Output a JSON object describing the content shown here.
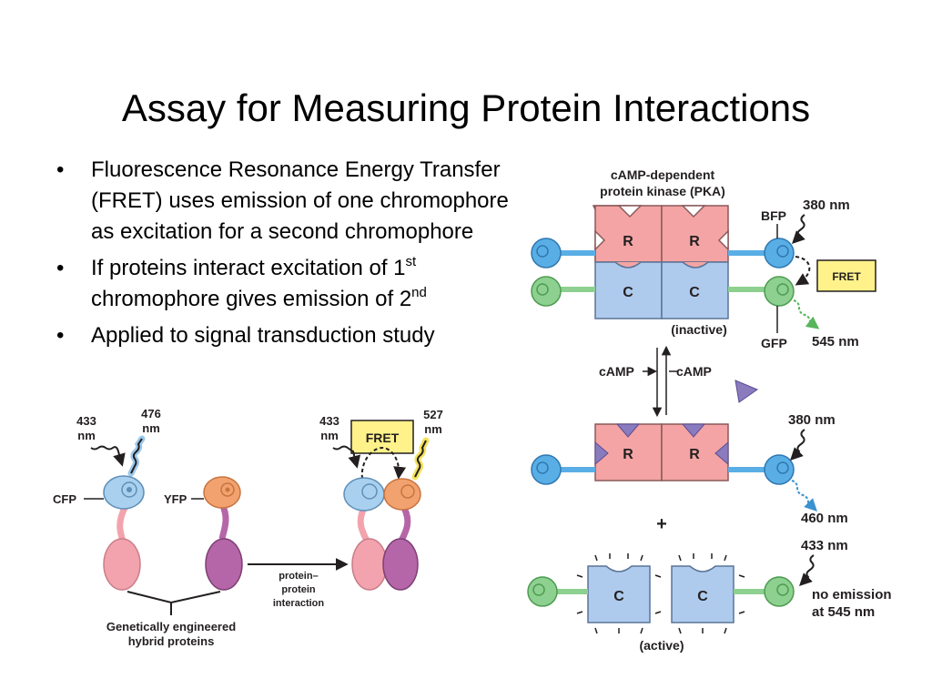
{
  "slide": {
    "title": "Assay for Measuring Protein Interactions",
    "bullets": [
      {
        "text": "Fluorescence Resonance Energy Transfer (FRET) uses emission of one chromophore as excitation for a second chromophore"
      },
      {
        "pre": "If proteins interact excitation of 1",
        "sup1": "st",
        "mid": " chromophore gives emission of 2",
        "sup2": "nd"
      },
      {
        "text": "Applied to signal transduction study"
      }
    ]
  },
  "left_diagram": {
    "wavelength_433": [
      "433",
      "nm"
    ],
    "wavelength_476": [
      "476",
      "nm"
    ],
    "cfp": "CFP",
    "yfp": "YFP",
    "wavelength_433_b": [
      "433",
      "nm"
    ],
    "fret": "FRET",
    "wavelength_527": [
      "527",
      "nm"
    ],
    "arrow_label": [
      "protein–",
      "protein",
      "interaction"
    ],
    "caption": [
      "Genetically engineered",
      "hybrid proteins"
    ]
  },
  "right_diagram": {
    "pka_label": [
      "cAMP-dependent",
      "protein kinase (PKA)"
    ],
    "r": "R",
    "c": "C",
    "bfp": "BFP",
    "gfp": "GFP",
    "nm380": "380 nm",
    "nm545": "545 nm",
    "fret": "FRET",
    "inactive": "(inactive)",
    "camp": "cAMP",
    "nm460": "460 nm",
    "plus": "+",
    "nm433": "433 nm",
    "no_emission": [
      "no emission",
      "at 545 nm"
    ],
    "active": "(active)"
  },
  "colors": {
    "cfp": "#a9d0ee",
    "yfp": "#f2a26e",
    "pink": "#f3a3ad",
    "purple": "#b566a8",
    "bfp": "#5aaee6",
    "gfp": "#8dd08f",
    "r_subunit": "#f4a4a4",
    "c_subunit": "#aecbee",
    "fret_box": "#fff28a",
    "camp": "#8a7bbf"
  }
}
